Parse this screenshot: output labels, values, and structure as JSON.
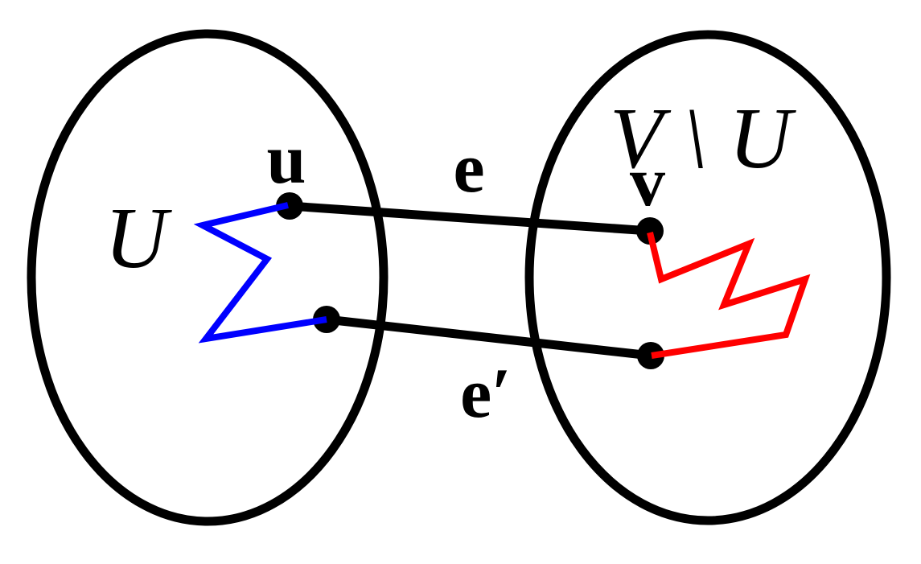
{
  "diagram": {
    "background": "#ffffff",
    "colors": {
      "outline": "#000000",
      "vertex_dot": "#000000",
      "path_in_left_set": "#0000ff",
      "path_in_right_set": "#ff0000"
    },
    "sets": {
      "left": {
        "label": "U"
      },
      "right": {
        "label": "V \\ U"
      }
    },
    "vertices": {
      "u": {
        "label": "u"
      },
      "v": {
        "label": "v"
      }
    },
    "edges": {
      "e": {
        "label": "e"
      },
      "e_prime": {
        "label": "e′"
      }
    }
  }
}
